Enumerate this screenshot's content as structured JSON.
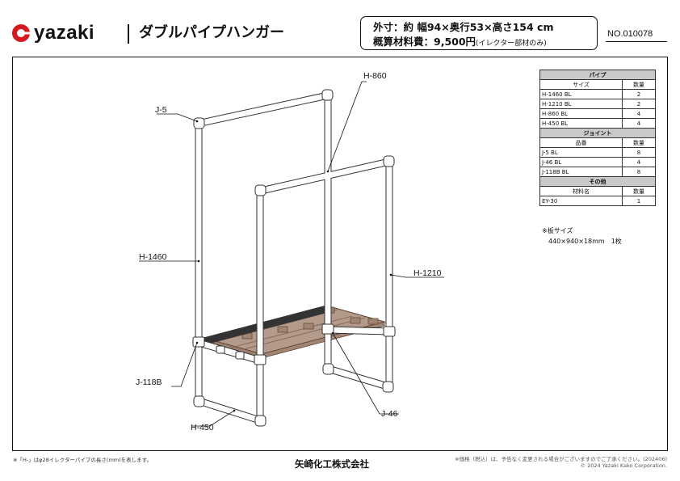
{
  "header": {
    "brand": "yazaki",
    "title": "ダブルパイプハンガー",
    "spec_line1": "外寸：約 幅94×奥行53×高さ154 cm",
    "spec_line2": "概算材料費：9,500円",
    "spec_note": "(イレクター部材のみ)",
    "doc_no": "NO.010078"
  },
  "labels": {
    "j5": "J-5",
    "h860": "H-860",
    "h1460": "H-1460",
    "h1210": "H-1210",
    "j118b": "J-118B",
    "h450": "H-450",
    "j46": "J-46"
  },
  "parts": {
    "pipe": {
      "title": "パイプ",
      "col1": "サイズ",
      "col2": "数量",
      "rows": [
        {
          "name": "H-1460 BL",
          "qty": "2"
        },
        {
          "name": "H-1210 BL",
          "qty": "2"
        },
        {
          "name": "H-860 BL",
          "qty": "4"
        },
        {
          "name": "H-450 BL",
          "qty": "4"
        }
      ]
    },
    "joint": {
      "title": "ジョイント",
      "col1": "品番",
      "col2": "数量",
      "rows": [
        {
          "name": "J-5 BL",
          "qty": "8"
        },
        {
          "name": "J-46 BL",
          "qty": "4"
        },
        {
          "name": "J-118B BL",
          "qty": "8"
        }
      ]
    },
    "other": {
      "title": "その他",
      "col1": "材料名",
      "col2": "数量",
      "rows": [
        {
          "name": "EY-30",
          "qty": "1"
        }
      ]
    }
  },
  "board_note": {
    "title": "※板サイズ",
    "size": "440×940×18mm　1枚"
  },
  "footer": {
    "left": "※「H-」はφ28イレクターパイプの長さ(mm)を表します。",
    "center": "矢崎化工株式会社",
    "right1": "※価格（税込）は、予告なく変更される場合がございますのでご了承ください。(202406)",
    "right2": "© 2024 Yazaki Kako Corporation."
  },
  "colors": {
    "board": "#b49a8a",
    "board_edge": "#5a4030",
    "pipe_edge": "#333333",
    "header_fill": "#c9c9c9"
  }
}
